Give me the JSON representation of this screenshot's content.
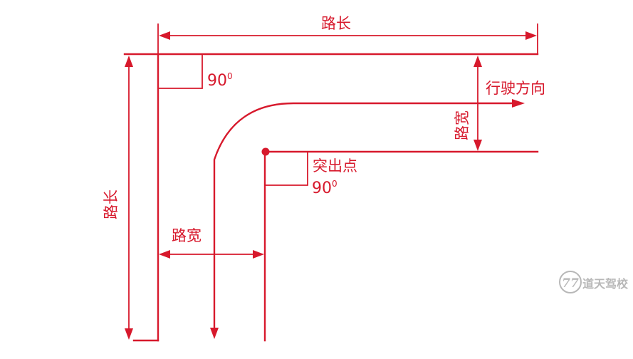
{
  "labels": {
    "road_length_top": "路长",
    "road_length_left": "路长",
    "road_width_right": "路宽",
    "road_width_bottom": "路宽",
    "driving_direction": "行驶方向",
    "protruding_point": "突出点",
    "angle_top": "90",
    "angle_top_sup": "0",
    "angle_bottom": "90",
    "angle_bottom_sup": "0"
  },
  "watermark": {
    "logo": "77",
    "text": "道天驾校"
  },
  "colors": {
    "line": "#d7192c",
    "watermark": "#b8b8b8",
    "background": "#ffffff"
  }
}
